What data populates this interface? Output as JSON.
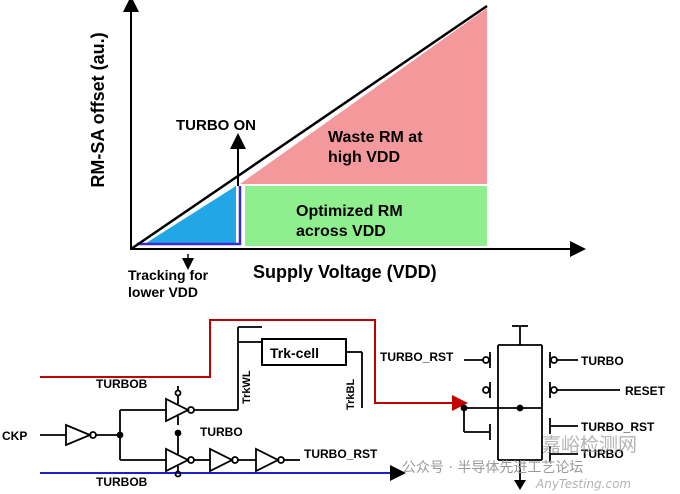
{
  "graph": {
    "y_axis_label": "RM-SA offset (au.)",
    "x_axis_label": "Supply Voltage (VDD)",
    "turbo_on_label": "TURBO ON",
    "waste_region": [
      "Waste RM at",
      "high VDD"
    ],
    "optimized_region": [
      "Optimized RM",
      "across VDD"
    ],
    "tracking_label": [
      "Tracking for",
      "lower VDD"
    ],
    "colors": {
      "waste": "#f4999b",
      "optimized": "#8fef8f",
      "tracking": "#21a6e6",
      "tracking_border": "#3a2bd6"
    }
  },
  "circuit": {
    "trk_cell": "Trk-cell",
    "trkwl": "TrkWL",
    "trkbl": "TrkBL",
    "ckp": "CKP",
    "turbob_top": "TURBOB",
    "turbob_bottom": "TURBOB",
    "turbo_mid": "TURBO",
    "turbo_rst_chain": "TURBO_RST",
    "turbo_rst_left": "TURBO_RST",
    "turbo_right_top": "TURBO",
    "reset": "RESET",
    "turbo_rst_right": "TURBO_RST",
    "turbo_right_bottom": "TURBO",
    "colors": {
      "red_line": "#c00000",
      "blue_line": "#1f1fc8"
    }
  },
  "watermark": {
    "wechat": "公众号 · 半导体先进工艺论坛",
    "site_cn": "嘉峪检测网",
    "site_en": "AnyTesting.com"
  }
}
